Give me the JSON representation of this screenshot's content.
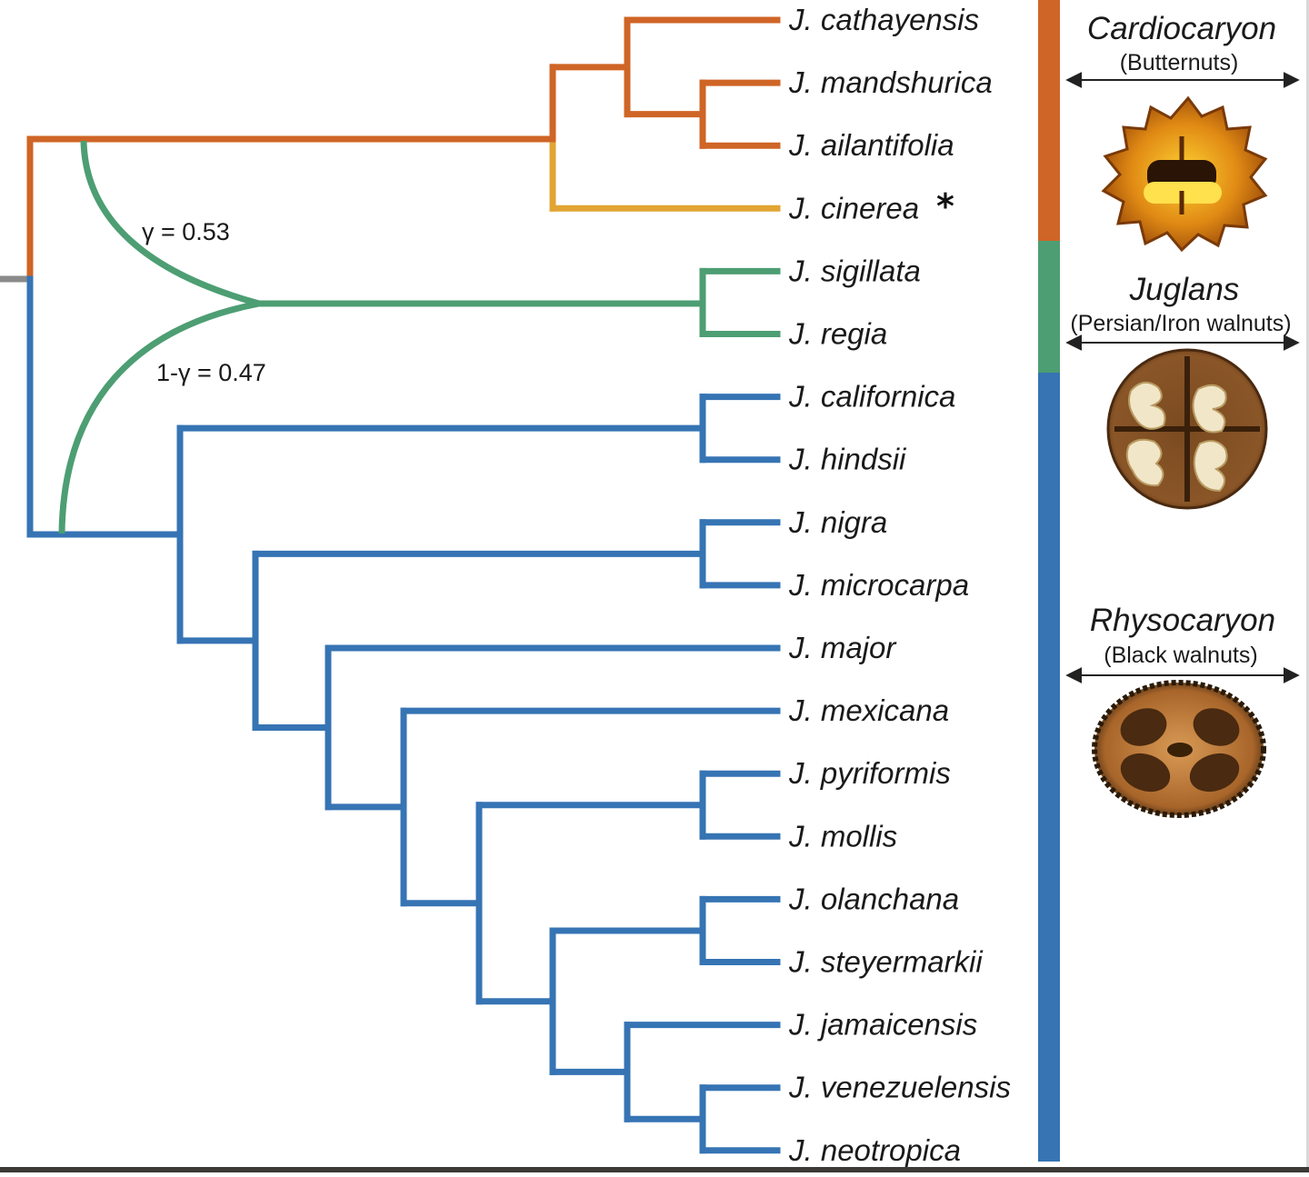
{
  "colors": {
    "cardiocaryon": "#cf6526",
    "cinerea": "#e2a534",
    "juglans": "#4d9e73",
    "rhysocaryon": "#3674b4",
    "root": "#8a8a8a"
  },
  "taxa": [
    {
      "name": "J. cathayensis",
      "clade": "cardiocaryon"
    },
    {
      "name": "J. mandshurica",
      "clade": "cardiocaryon"
    },
    {
      "name": "J. ailantifolia",
      "clade": "cardiocaryon"
    },
    {
      "name": "J. cinerea",
      "clade": "cinerea",
      "marker": "*"
    },
    {
      "name": "J. sigillata",
      "clade": "juglans"
    },
    {
      "name": "J. regia",
      "clade": "juglans"
    },
    {
      "name": "J. californica",
      "clade": "rhysocaryon"
    },
    {
      "name": "J. hindsii",
      "clade": "rhysocaryon"
    },
    {
      "name": "J. nigra",
      "clade": "rhysocaryon"
    },
    {
      "name": "J. microcarpa",
      "clade": "rhysocaryon"
    },
    {
      "name": "J. major",
      "clade": "rhysocaryon"
    },
    {
      "name": "J. mexicana",
      "clade": "rhysocaryon"
    },
    {
      "name": "J. pyriformis",
      "clade": "rhysocaryon"
    },
    {
      "name": "J. mollis",
      "clade": "rhysocaryon"
    },
    {
      "name": "J. olanchana",
      "clade": "rhysocaryon"
    },
    {
      "name": "J. steyermarkii",
      "clade": "rhysocaryon"
    },
    {
      "name": "J. jamaicensis",
      "clade": "rhysocaryon"
    },
    {
      "name": "J. venezuelensis",
      "clade": "rhysocaryon"
    },
    {
      "name": "J. neotropica",
      "clade": "rhysocaryon"
    }
  ],
  "hybridization": {
    "gamma_label": "γ = 0.53",
    "one_minus_gamma_label": "1-γ = 0.47"
  },
  "sections": [
    {
      "title": "Cardiocaryon",
      "subtitle": "(Butternuts)",
      "clade": "cardiocaryon",
      "image": "butternut-cross-section"
    },
    {
      "title": "Juglans",
      "subtitle": "(Persian/Iron walnuts)",
      "clade": "juglans",
      "image": "persian-walnut-cross-section"
    },
    {
      "title": "Rhysocaryon",
      "subtitle": "(Black walnuts)",
      "clade": "rhysocaryon",
      "image": "black-walnut-cross-section"
    }
  ]
}
